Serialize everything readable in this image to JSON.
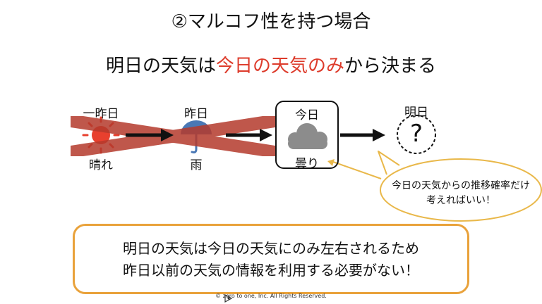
{
  "title": "②マルコフ性を持つ場合",
  "subtitle": {
    "prefix": "明日の天気は",
    "highlight": "今日の天気のみ",
    "suffix": "から決まる"
  },
  "days": [
    {
      "top": "一昨日",
      "bottom": "晴れ",
      "icon": "sun-icon",
      "crossed": true
    },
    {
      "top": "昨日",
      "bottom": "雨",
      "icon": "umbrella-icon",
      "crossed": true
    },
    {
      "top": "今日",
      "bottom": "曇り",
      "icon": "cloud-icon",
      "crossed": false
    },
    {
      "top": "明日",
      "bottom": "",
      "icon": "question-icon",
      "crossed": false
    }
  ],
  "question_mark": "?",
  "bubble": {
    "line1": "今日の天気からの推移確率だけ",
    "line2": "考えればいい！"
  },
  "summary": {
    "line1": "明日の天気は今日の天気にのみ左右されるため",
    "line2": "昨日以前の天気の情報を利用する必要がない！"
  },
  "footer": "zero to one, Inc. All Rights Reserved.",
  "footer_symbol": "©",
  "colors": {
    "highlight": "#dd3b2b",
    "cross": "#b53a2c",
    "sun": "#e8402e",
    "umbrella": "#4a78b5",
    "cloud": "#8c8c8c",
    "accent_border": "#e9a23b",
    "bubble_border": "#e9b84a"
  }
}
